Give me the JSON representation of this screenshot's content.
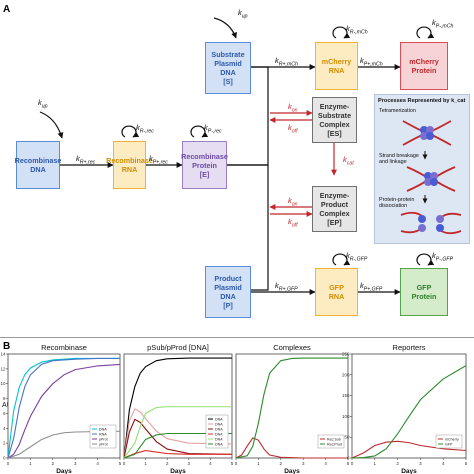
{
  "panel_a": {
    "letter": "A",
    "nodes": {
      "recombinase_dna": "Recombinase\nDNA",
      "recombinase_rna": "Recombinase\nRNA",
      "recombinase_protein": "Recombinase\nProtein\n[E]",
      "substrate_dna": "Substrate\nPlasmid DNA\n[S]",
      "mcherry_rna": "mCherry\nRNA",
      "mcherry_protein": "mCherry\nProtein",
      "es_complex": "Enzyme-\nSubstrate\nComplex\n[ES]",
      "ep_complex": "Enzyme-\nProduct\nComplex\n[EP]",
      "product_dna": "Product\nPlasmid DNA\n[P]",
      "gfp_rna": "GFP\nRNA",
      "gfp_protein": "GFP\nProtein"
    },
    "rates": {
      "k_up_1": "k_up",
      "k_up_2": "k_up",
      "k_rec_txn": "k_R+,rec",
      "k_rec_deg": "k_R-,rec",
      "k_rec_tl": "k_P+,rec",
      "k_prot_deg": "k_P-,rec",
      "k_mch_txn": "k_R+,mCh",
      "k_mch_rdeg": "k_R-,mCh",
      "k_mch_tl": "k_P+,mCh",
      "k_mch_pdeg": "k_P-,mCh",
      "k_on_1": "k_on",
      "k_off_1": "k_off",
      "k_cat": "k_cat",
      "k_on_2": "k_on",
      "k_off_2": "k_off",
      "k_gfp_txn": "k_R+,GFP",
      "k_gfp_rdeg": "k_R-,GFP",
      "k_gfp_tl": "k_P+,GFP",
      "k_gfp_pdeg": "k_P-,GFP"
    },
    "inset": {
      "title": "Processes Represented by k_cat",
      "step1": "Tetramerization",
      "step2": "Strand breakage\nand linkage",
      "step3": "Protein-protein\ndissociation"
    },
    "colors": {
      "blue": "#5b8dd6",
      "blue_fill": "#d3e1f7",
      "orange": "#f2b233",
      "orange_fill": "#fdebc2",
      "purple": "#9a7ec6",
      "purple_fill": "#e6ddf3",
      "red": "#d84d58",
      "red_fill": "#f7d3d6",
      "green": "#52a64a",
      "green_fill": "#d4ecc9",
      "gray": "#707070",
      "gray_fill": "#e6e6e6",
      "rate_red": "#c0282c"
    }
  },
  "panel_b": {
    "letter": "B",
    "ylabel": "AU",
    "xlabel": "Days"
  },
  "chart_data": [
    {
      "type": "line",
      "title": "Recombinase",
      "xlabel": "Days",
      "ylabel": "AU",
      "xlim": [
        0,
        5
      ],
      "ylim": [
        0,
        14
      ],
      "yticks": [
        0,
        2,
        4,
        6,
        8,
        10,
        12,
        14
      ],
      "legend": "lower-right",
      "series": [
        {
          "name": "DNA",
          "color": "#00c4d0",
          "x": [
            0,
            0.25,
            0.5,
            0.75,
            1,
            1.5,
            2,
            3,
            4,
            5
          ],
          "y": [
            0,
            6.3,
            9.5,
            11.2,
            12.1,
            12.9,
            13.2,
            13.4,
            13.4,
            13.4
          ]
        },
        {
          "name": "RNA",
          "color": "#4a74c6",
          "x": [
            0,
            0.25,
            0.5,
            0.75,
            1,
            1.5,
            2,
            3,
            4,
            5
          ],
          "y": [
            0,
            2.6,
            6.8,
            9.6,
            11.2,
            12.6,
            13.1,
            13.3,
            13.4,
            13.4
          ]
        },
        {
          "name": "pProt",
          "color": "#7b3f9e",
          "x": [
            0,
            0.25,
            0.5,
            0.75,
            1,
            1.5,
            2,
            2.5,
            3,
            4,
            5
          ],
          "y": [
            0,
            0.5,
            1.8,
            3.8,
            5.6,
            8.3,
            10.0,
            11.2,
            11.9,
            12.4,
            12.6
          ]
        },
        {
          "name": "pProt",
          "color": "#8c8c8c",
          "x": [
            0,
            0.5,
            1,
            1.5,
            2,
            2.5,
            3,
            4,
            5
          ],
          "y": [
            0,
            0.5,
            1.5,
            2.5,
            3.1,
            3.4,
            3.5,
            3.55,
            3.6
          ]
        }
      ]
    },
    {
      "type": "line",
      "title": "pSub/pProd [DNA]",
      "xlabel": "Days",
      "xlim": [
        0,
        5
      ],
      "ylim": [
        0,
        14
      ],
      "legend": "lower-right",
      "series": [
        {
          "name": "DNA",
          "color": "#000000",
          "x": [
            0,
            0.25,
            0.5,
            0.75,
            1,
            1.5,
            2,
            3,
            5
          ],
          "y": [
            0,
            6.5,
            9.6,
            11.4,
            12.3,
            13.1,
            13.35,
            13.45,
            13.45
          ]
        },
        {
          "name": "DNA",
          "color": "#e8a0a0",
          "x": [
            0,
            0.25,
            0.5,
            0.75,
            1,
            1.5,
            2,
            3,
            5
          ],
          "y": [
            0,
            5.0,
            6.6,
            6.2,
            5.3,
            3.6,
            2.6,
            2.0,
            1.9
          ]
        },
        {
          "name": "DNA",
          "color": "#8b1010",
          "x": [
            0,
            0.25,
            0.5,
            0.75,
            1,
            1.5,
            2,
            3,
            5
          ],
          "y": [
            0,
            3.5,
            5.2,
            4.8,
            3.9,
            2.2,
            1.2,
            0.6,
            0.5
          ]
        },
        {
          "name": "DNA",
          "color": "#d83030",
          "x": [
            0,
            0.5,
            1,
            1.5,
            2,
            3,
            5
          ],
          "y": [
            0,
            0.6,
            1.0,
            0.8,
            0.6,
            0.5,
            0.5
          ]
        },
        {
          "name": "DNA",
          "color": "#90e070",
          "x": [
            0,
            0.5,
            0.75,
            1,
            1.5,
            2,
            3,
            5
          ],
          "y": [
            0,
            2.0,
            4.2,
            6.0,
            6.8,
            6.9,
            6.9,
            6.9
          ]
        },
        {
          "name": "DNA",
          "color": "#2e8b2e",
          "x": [
            0,
            0.5,
            0.75,
            1,
            1.5,
            2,
            3,
            5
          ],
          "y": [
            0,
            0.5,
            1.5,
            2.5,
            3.1,
            3.3,
            3.3,
            3.3
          ]
        }
      ]
    },
    {
      "type": "line",
      "title": "Complexes",
      "xlabel": "Days",
      "xlim": [
        0,
        5
      ],
      "ylim": [
        0,
        14
      ],
      "legend": "lower-right",
      "series": [
        {
          "name": "Rec:Sub",
          "color": "#c0282c",
          "x": [
            0,
            0.25,
            0.5,
            0.75,
            1,
            1.25,
            1.5,
            2,
            3,
            5
          ],
          "y": [
            0,
            0.4,
            1.6,
            2.7,
            2.4,
            1.2,
            0.4,
            0.1,
            0,
            0
          ]
        },
        {
          "name": "Rec:Prod",
          "color": "#2e8b2e",
          "x": [
            0,
            0.5,
            0.75,
            1,
            1.25,
            1.5,
            2,
            2.5,
            3,
            4,
            5
          ],
          "y": [
            0,
            0.3,
            1.6,
            4.7,
            8.6,
            11.4,
            13.1,
            13.4,
            13.45,
            13.45,
            13.45
          ]
        }
      ]
    },
    {
      "type": "line",
      "title": "Reporters",
      "xlabel": "Days",
      "xlim": [
        0,
        5
      ],
      "ylim": [
        0,
        250
      ],
      "yticks": [
        0,
        50,
        100,
        150,
        200,
        250
      ],
      "legend": "lower-right",
      "series": [
        {
          "name": "mCherry",
          "color": "#c0282c",
          "x": [
            0,
            0.5,
            1,
            1.5,
            2,
            2.5,
            3,
            4,
            5
          ],
          "y": [
            0,
            12,
            30,
            38,
            40,
            37,
            30,
            22,
            18
          ]
        },
        {
          "name": "GFP",
          "color": "#2e8b2e",
          "x": [
            0,
            0.5,
            1,
            1.5,
            2,
            2.5,
            3,
            4,
            5
          ],
          "y": [
            0,
            1,
            5,
            22,
            58,
            100,
            140,
            190,
            222
          ]
        }
      ]
    }
  ]
}
